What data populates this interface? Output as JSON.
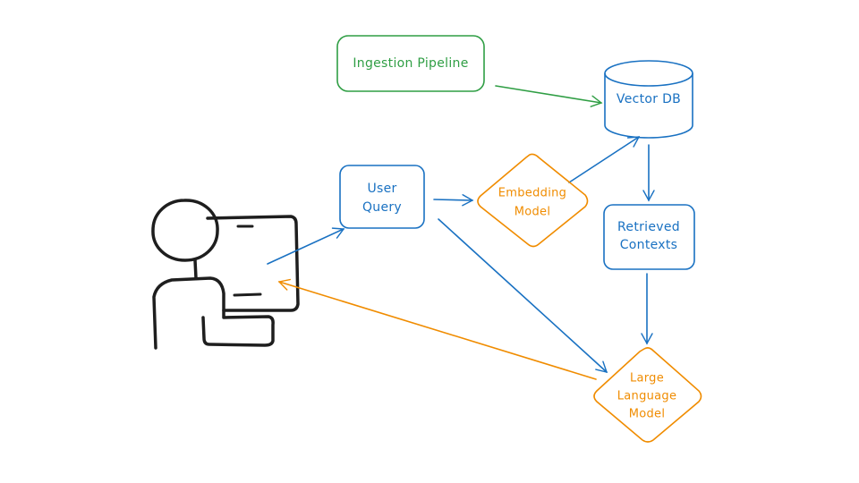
{
  "colors": {
    "green": "#2f9e44",
    "blue": "#1971c2",
    "orange": "#f08c00",
    "ink": "#1e1e1e"
  },
  "nodes": {
    "ingestion": {
      "label": "Ingestion Pipeline"
    },
    "vector_db": {
      "label": "Vector DB"
    },
    "user_query": {
      "line1": "User",
      "line2": "Query"
    },
    "embedding": {
      "line1": "Embedding",
      "line2": "Model"
    },
    "retrieved": {
      "line1": "Retrieved",
      "line2": "Contexts"
    },
    "llm": {
      "line1": "Large",
      "line2": "Language",
      "line3": "Model"
    }
  },
  "icons": {
    "user": "person-at-computer-icon"
  }
}
